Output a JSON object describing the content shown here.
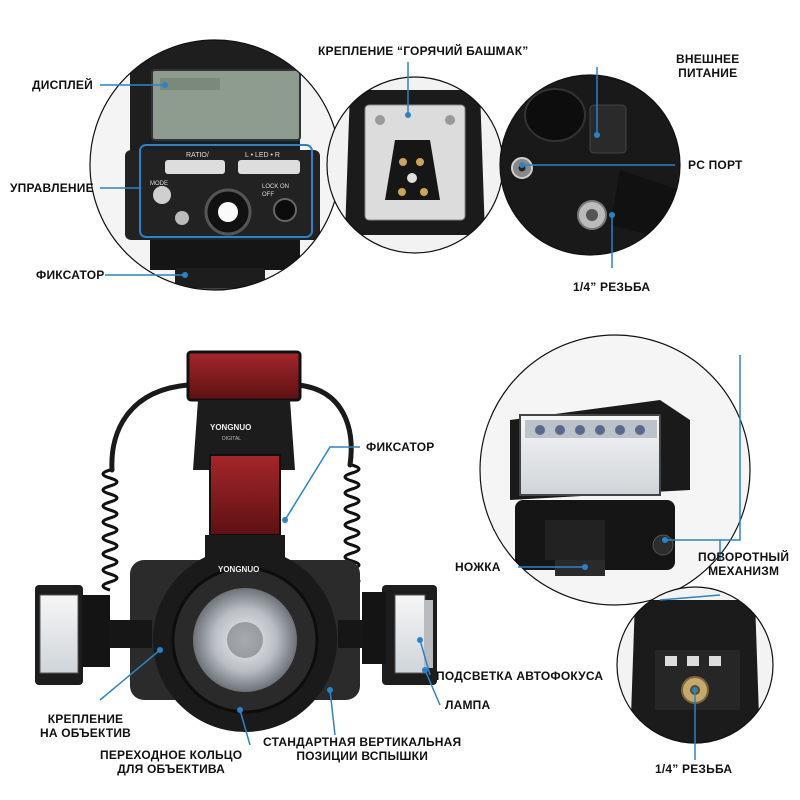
{
  "colors": {
    "leader_line": "#2a83c8",
    "device_body": "#1c1c1c",
    "flash_window": "#8c1d1f",
    "lcd": "#8e9b8f"
  },
  "icons": {
    "controls_bracket": "bracket-icon",
    "leader_dot": "dot-icon"
  },
  "top_panel": {
    "display": "ДИСПЛЕЙ",
    "controls": "УПРАВЛЕНИЕ",
    "lock_top": "ФИКСАТОР",
    "hot_shoe": "КРЕПЛЕНИЕ “ГОРЯЧИЙ БАШМАК”",
    "ext_power_1": "ВНЕШНЕЕ",
    "ext_power_2": "ПИТАНИЕ",
    "pc_port": "PC ПОРТ",
    "thread_top": "1/4” РЕЗЬБА"
  },
  "device_marks": {
    "ratio": "RATIO/",
    "led": "L • LED • R",
    "mode": "MODE",
    "lock_on": "LOCK ON",
    "off": "OFF",
    "brand": "YONGNUO",
    "brand_sub": "DIGITAL"
  },
  "bottom_panel": {
    "lock_bottom": "ФИКСАТОР",
    "leg": "НОЖКА",
    "rotation_1": "ПОВОРОТНЫЙ",
    "rotation_2": "МЕХАНИЗМ",
    "af_assist": "ПОДСВЕТКА АВТОФОКУСА",
    "lamp": "ЛАМПА",
    "lens_mount_1": "КРЕПЛЕНИЕ",
    "lens_mount_2": "НА ОБЪЕКТИВ",
    "adapter_ring_1": "ПЕРЕХОДНОЕ КОЛЬЦО",
    "adapter_ring_2": "ДЛЯ ОБЪЕКТИВА",
    "std_positions_1": "СТАНДАРТНАЯ ВЕРТИКАЛЬНАЯ",
    "std_positions_2": "ПОЗИЦИИ ВСПЫШКИ",
    "thread_bottom": "1/4” РЕЗЬБА"
  }
}
